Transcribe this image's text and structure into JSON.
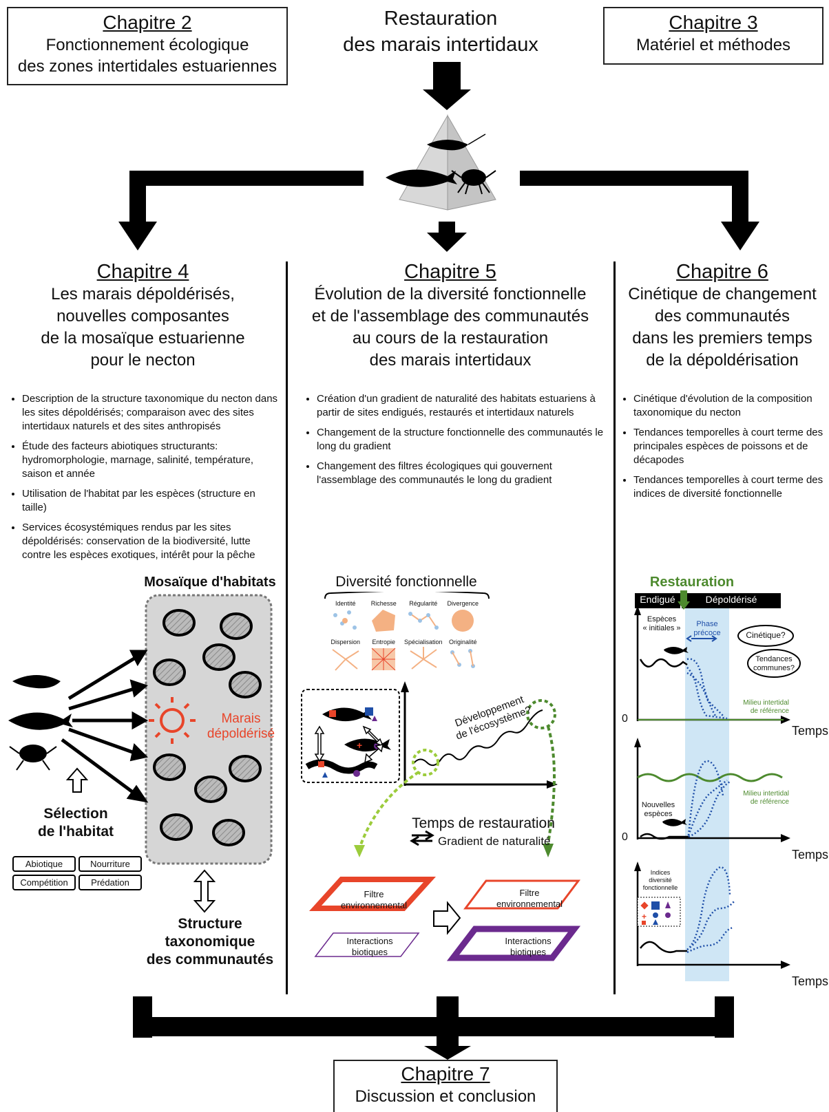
{
  "top": {
    "title_line1": "Restauration",
    "title_line2": "des marais intertidaux"
  },
  "ch2": {
    "title": "Chapitre 2",
    "line1": "Fonctionnement écologique",
    "line2": "des zones intertidales estuariennes"
  },
  "ch3": {
    "title": "Chapitre 3",
    "line1": "Matériel et méthodes"
  },
  "ch4": {
    "title": "Chapitre 4",
    "sub": [
      "Les marais dépoldérisés,",
      "nouvelles composantes",
      "de la mosaïque estuarienne",
      "pour le necton"
    ],
    "bullets": [
      "Description de la structure taxonomique du necton dans les sites dépoldérisés; comparaison avec des sites intertidaux naturels et des sites anthropisés",
      "Étude des facteurs abiotiques structurants: hydromorphologie, marnage, salinité, température, saison et année",
      "Utilisation de l'habitat par les espèces (structure en taille)",
      "Services écosystémiques rendus par les sites dépoldérisés: conservation de la biodiversité, lutte contre les espèces exotiques, intérêt pour la pêche"
    ],
    "mosaic_title": "Mosaïque d'habitats",
    "marsh_label1": "Marais",
    "marsh_label2": "dépoldérisé",
    "selection1": "Sélection",
    "selection2": "de l'habitat",
    "factors": [
      "Abiotique",
      "Nourriture",
      "Compétition",
      "Prédation"
    ],
    "structure": [
      "Structure",
      "taxonomique",
      "des communautés"
    ]
  },
  "ch5": {
    "title": "Chapitre 5",
    "sub": [
      "Évolution de la diversité fonctionnelle",
      "et de l'assemblage des communautés",
      "au cours de la restauration",
      "des marais intertidaux"
    ],
    "bullets": [
      "Création d'un gradient de naturalité des habitats estuariens à partir de sites endigués, restaurés et intertidaux naturels",
      "Changement de la structure fonctionnelle des communautés le long du gradient",
      "Changement des filtres écologiques qui gouvernent l'assemblage des communautés le long du gradient"
    ],
    "fd_title": "Diversité fonctionnelle",
    "fd_indices": [
      "Identité",
      "Richesse",
      "Régularité",
      "Divergence",
      "Dispersion",
      "Entropie",
      "Spécialisation",
      "Originalité"
    ],
    "eco_dev1": "Développement",
    "eco_dev2": "de l'écosystème?",
    "time_label": "Temps de restauration",
    "gradient_label": "Gradient de naturalité",
    "filter_label1": "Filtre",
    "filter_label2": "environnemental",
    "interact_label1": "Interactions",
    "interact_label2": "biotiques"
  },
  "ch6": {
    "title": "Chapitre 6",
    "sub": [
      "Cinétique de changement",
      "des communautés",
      "dans les premiers temps",
      "de la dépoldérisation"
    ],
    "bullets": [
      "Cinétique d'évolution de la composition taxonomique du necton",
      "Tendances temporelles à court terme des principales espèces de poissons et de décapodes",
      "Tendances temporelles à court terme des indices de diversité fonctionnelle"
    ],
    "restoration": "Restauration",
    "endigue": "Endigué",
    "depolderise": "Dépoldérisé",
    "initial1": "Espèces",
    "initial2": "« initiales »",
    "phase1": "Phase",
    "phase2": "précoce",
    "kinetics": "Cinétique?",
    "trends1": "Tendances",
    "trends2": "communes?",
    "reference1": "Milieu intertidal",
    "reference2": "de référence",
    "new1": "Nouvelles",
    "new2": "espèces",
    "indices1": "Indices",
    "indices2": "diversité",
    "indices3": "fonctionnelle",
    "zero": "0",
    "time": "Temps"
  },
  "ch7": {
    "title": "Chapitre 7",
    "line1": "Discussion et conclusion"
  },
  "colors": {
    "red": "#e8452a",
    "green": "#4d8a2e",
    "lightgreen": "#9ccc3c",
    "blue": "#1f4fa8",
    "purple": "#6b2a8e",
    "panel": "#cfe6f5",
    "orange": "#f4b183"
  }
}
